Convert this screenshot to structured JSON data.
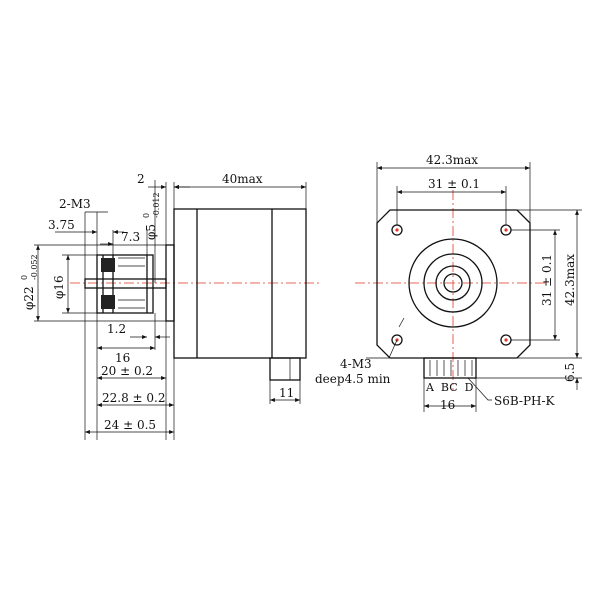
{
  "side_view": {
    "dim_2m3": "2-M3",
    "dim_2": "2",
    "dim_40max": "40max",
    "dim_375": "3.75",
    "dim_73": "7.3",
    "dim_shaft_dia": "φ5",
    "dim_shaft_dia_tol_upper": "0",
    "dim_shaft_dia_tol_lower": "-0.012",
    "dim_boss_dia": "φ22",
    "dim_boss_dia_tol_upper": "0",
    "dim_boss_dia_tol_lower": "-0.052",
    "dim_pulley_dia": "φ16",
    "dim_12": "1.2",
    "dim_16": "16",
    "dim_20": "20 ± 0.2",
    "dim_228": "22.8 ± 0.2",
    "dim_24": "24 ± 0.5",
    "dim_11": "11"
  },
  "front_view": {
    "dim_423_top": "42.3max",
    "dim_31_top": "31 ± 0.1",
    "dim_31_right": "31 ± 0.1",
    "dim_423_right": "42.3max",
    "dim_65": "6.5",
    "dim_16": "16",
    "hole_note_1": "4-M3",
    "hole_note_2": "deep4.5 min",
    "pins": "A  BC  D",
    "connector": "S6B-PH-K"
  },
  "colors": {
    "line": "#111111",
    "centerline": "#e23a2a"
  }
}
